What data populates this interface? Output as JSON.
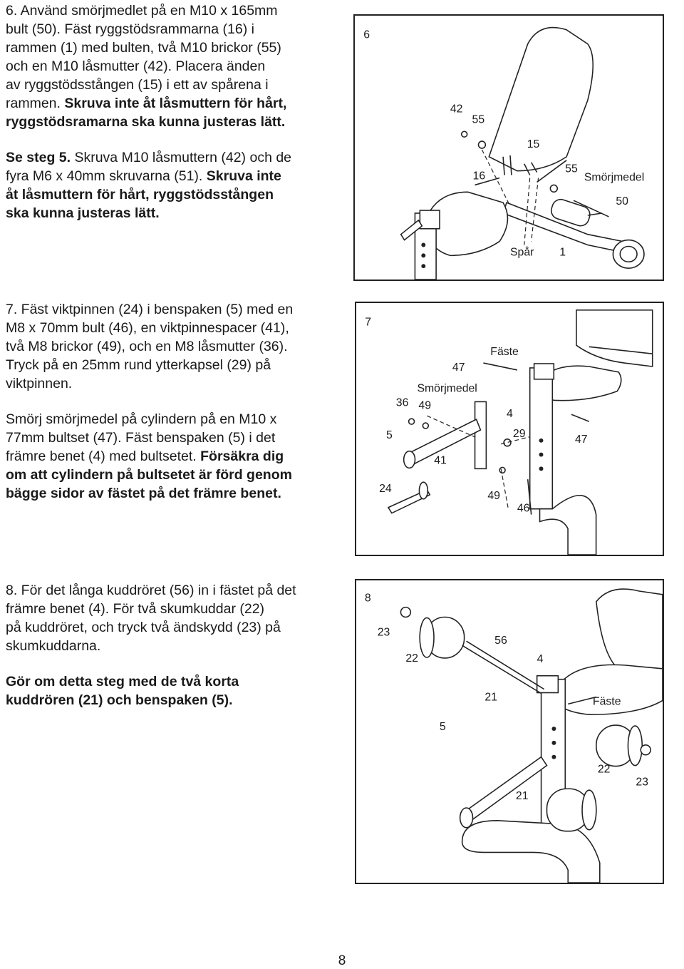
{
  "step6": {
    "t1": "6. Använd smörjmedlet på en M10 x 165mm",
    "t2": "bult (50). Fäst ryggstödsrammarna (16) i",
    "t3": "rammen (1) med bulten, två M10 brickor (55)",
    "t4": "och en M10 låsmutter (42). Placera änden",
    "t5": "av ryggstödsstången (15) i ett av spårena i",
    "t6a": "rammen. ",
    "t6b": "Skruva inte åt låsmuttern för hårt,",
    "t7": "ryggstödsramarna ska kunna justeras lätt.",
    "s1a": "Se steg 5.",
    "s1b": " Skruva M10 låsmuttern (42) och de",
    "s2": "fyra M6 x 40mm skruvarna (51). ",
    "s2b": "Skruva inte",
    "s3": "åt låsmuttern för hårt, ryggstödsstången",
    "s4": "ska kunna justeras lätt."
  },
  "fig6": {
    "num": "6",
    "labels": {
      "l42": "42",
      "l55a": "55",
      "l15": "15",
      "l16": "16",
      "l55b": "55",
      "lube": "Smörjmedel",
      "l50": "50",
      "slot": "Spår",
      "l1": "1"
    }
  },
  "step7": {
    "t1": "7. Fäst viktpinnen (24) i benspaken (5) med en",
    "t2": "M8 x 70mm bult (46), en viktpinnespacer (41),",
    "t3": "två M8 brickor (49), och en M8 låsmutter (36).",
    "t4": "Tryck på en 25mm rund ytterkapsel (29) på",
    "t5": "viktpinnen.",
    "p1": "Smörj smörjmedel på cylindern på en M10 x",
    "p2": "77mm bultset (47). Fäst benspaken (5) i det",
    "p3a": "främre benet (4) med bultsetet. ",
    "p3b": "Försäkra dig",
    "p4": "om att cylindern på bultsetet är förd genom",
    "p5": "bägge sidor av fästet på det främre benet."
  },
  "fig7": {
    "num": "7",
    "labels": {
      "bracket": "Fäste",
      "l47a": "47",
      "lube": "Smörjmedel",
      "l36": "36",
      "l49a": "49",
      "l4": "4",
      "l5": "5",
      "l29": "29",
      "l47b": "47",
      "l41": "41",
      "l24": "24",
      "l49b": "49",
      "l46": "46"
    }
  },
  "step8": {
    "t1": "8. För det långa kuddröret (56) in i fästet på det",
    "t2": "främre benet (4). För två skumkuddar (22)",
    "t3": "på kuddröret, och tryck två ändskydd (23) på",
    "t4": "skumkuddarna.",
    "b1": "Gör om detta steg med de två korta",
    "b2": "kuddrören (21) och benspaken (5)."
  },
  "fig8": {
    "num": "8",
    "labels": {
      "l23a": "23",
      "l22a": "22",
      "l56": "56",
      "l4": "4",
      "l21a": "21",
      "bracket": "Fäste",
      "l5": "5",
      "l22b": "22",
      "l23b": "23",
      "l21b": "21"
    }
  },
  "page": "8"
}
